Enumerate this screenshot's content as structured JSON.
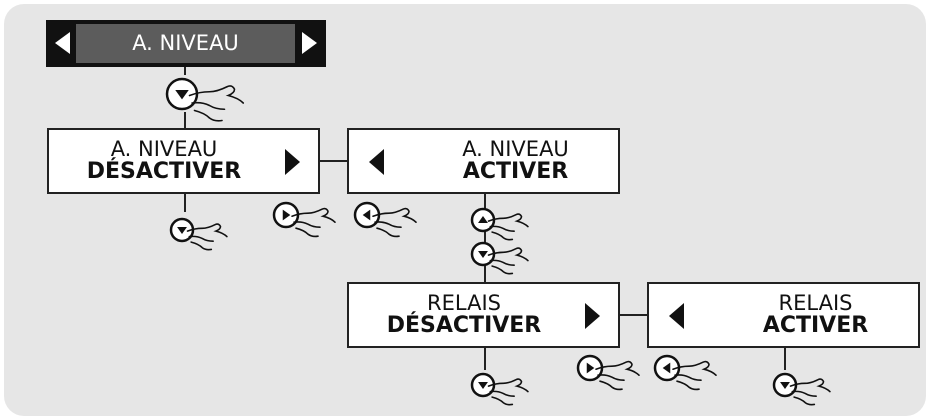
{
  "top_menu": {
    "label": "A. NIVEAU"
  },
  "boxes": {
    "niveau_desactiver": {
      "line1": "A. NIVEAU",
      "line2": "DÉSACTIVER"
    },
    "niveau_activer": {
      "line1": "A. NIVEAU",
      "line2": "ACTIVER"
    },
    "relais_desactiver": {
      "line1": "RELAIS",
      "line2": "DÉSACTIVER"
    },
    "relais_activer": {
      "line1": "RELAIS",
      "line2": "ACTIVER"
    }
  },
  "buttons": [
    {
      "symbol": "down",
      "name": "down-button-1"
    },
    {
      "symbol": "down",
      "name": "down-button-2"
    },
    {
      "symbol": "right",
      "name": "right-button-1"
    },
    {
      "symbol": "left",
      "name": "left-button-1"
    },
    {
      "symbol": "up",
      "name": "up-button-1"
    },
    {
      "symbol": "down",
      "name": "down-button-3"
    },
    {
      "symbol": "down",
      "name": "down-button-4"
    },
    {
      "symbol": "right",
      "name": "right-button-2"
    },
    {
      "symbol": "left",
      "name": "left-button-2"
    },
    {
      "symbol": "down",
      "name": "down-button-5"
    }
  ],
  "colors": {
    "panel": "#e6e6e6",
    "header_dark": "#111111",
    "header_mid": "#5c5c5c",
    "box_fill": "#ffffff",
    "stroke": "#222222"
  }
}
